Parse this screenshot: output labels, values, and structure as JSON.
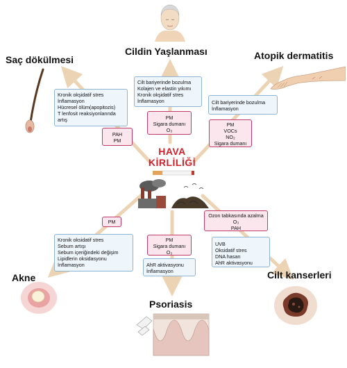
{
  "center": {
    "line1": "HAVA",
    "line2": "KİRLİLİĞİ"
  },
  "colors": {
    "arrow": "#ecd3b3",
    "center_text": "#d0202a",
    "pink_border": "#c23a66",
    "blue_border": "#8fb3d3"
  },
  "nodes": {
    "skin_aging": {
      "title": "Cildin Yaşlanması",
      "mechanisms": [
        "Cilt bariyerinde bozulma",
        "Kolajen ve elastin yıkımı",
        "Kronik okşidatif stres",
        "İnflamasyon"
      ],
      "pollutants": [
        "PM",
        "Sigara dumanı",
        "O₃"
      ]
    },
    "hair_loss": {
      "title": "Saç dökülmesi",
      "mechanisms": [
        "Kronik okşidatif stres",
        "İnflamasyon",
        "Hücresel ölüm(apopitozis)",
        "T lenfosit reaksiyonlarında",
        "artış"
      ],
      "pollutants": [
        "PAH",
        "PM"
      ]
    },
    "atopic_dermatitis": {
      "title": "Atopik dermatitis",
      "mechanisms": [
        "Cilt bariyerinde bozulma",
        "İnflamasyon"
      ],
      "pollutants": [
        "PM",
        "VOCs",
        "NO₂",
        "Sigara dumanı"
      ]
    },
    "acne": {
      "title": "Akne",
      "pollutants": [
        "PM"
      ],
      "mechanisms": [
        "Kronik oksidatif stres",
        "Sebum artışı",
        "Sebum içeriğindeki değişim",
        "Lipidlerin oksidasyonu",
        "İnflamasyon"
      ]
    },
    "psoriasis": {
      "title": "Psoriasis",
      "pollutants": [
        "PM",
        "Sigara dumanı",
        "O₃"
      ],
      "mechanisms": [
        "AhR aktivasyonu",
        "İnflamasyon"
      ]
    },
    "skin_cancers": {
      "title": "Cilt kanserleri",
      "pollutants": [
        "Ozon tabkasında azalma",
        "O₃",
        "PAH"
      ],
      "mechanisms": [
        "UVB",
        "Oksidatif stres",
        "DNA hasarı",
        "AhR aktivasyonu"
      ]
    }
  }
}
